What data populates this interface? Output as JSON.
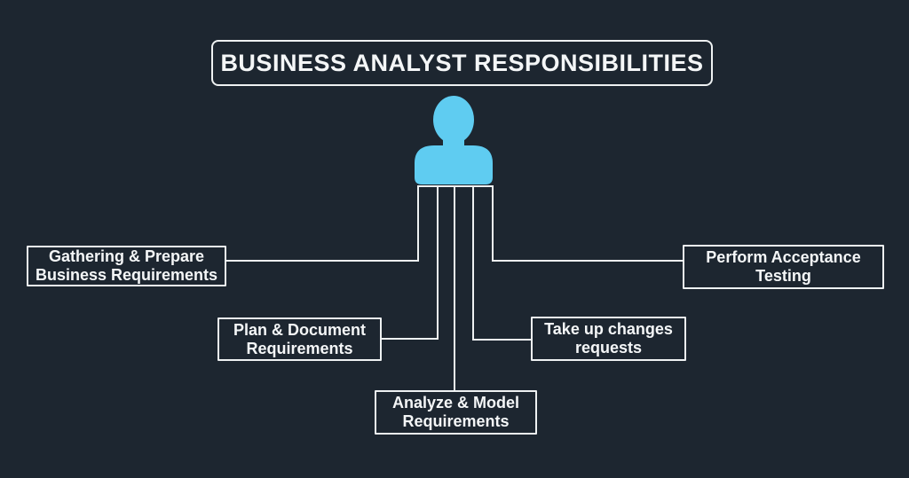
{
  "title": "BUSINESS ANALYST RESPONSIBILITIES",
  "colors": {
    "background": "#1d2630",
    "stroke": "#eef1f2",
    "text": "#f4f6f7",
    "icon": "#5fccf1"
  },
  "icon": {
    "name": "person-icon"
  },
  "responsibilities": [
    {
      "lines": [
        "Gathering & Prepare",
        "Business Requirements"
      ]
    },
    {
      "lines": [
        "Plan & Document",
        "Requirements"
      ]
    },
    {
      "lines": [
        "Analyze & Model",
        "Requirements"
      ]
    },
    {
      "lines": [
        "Take up changes",
        "requests"
      ]
    },
    {
      "lines": [
        "Perform Acceptance",
        "Testing"
      ]
    }
  ]
}
